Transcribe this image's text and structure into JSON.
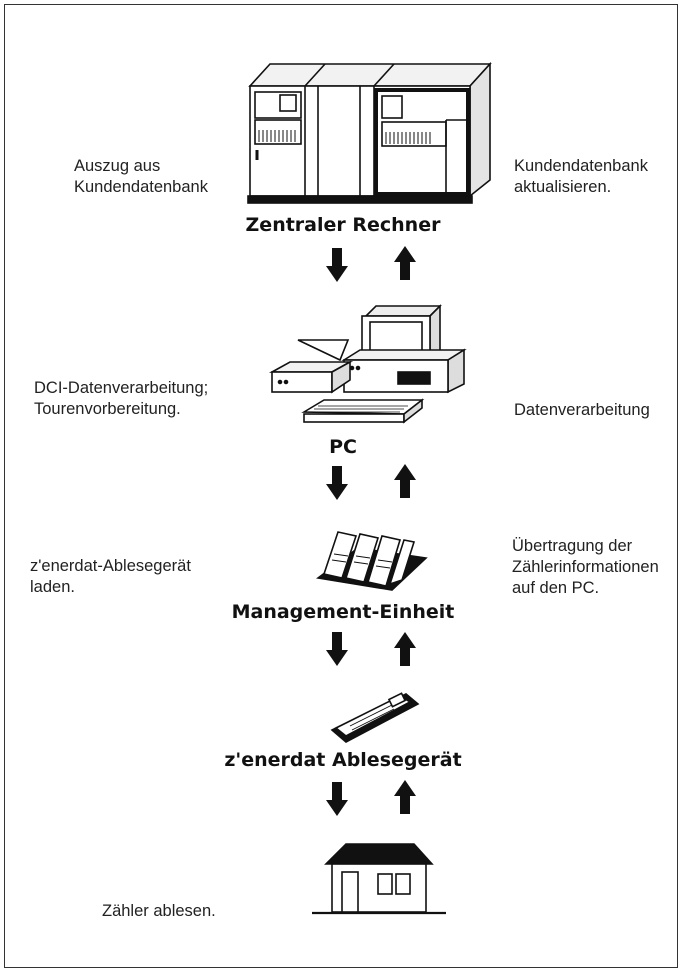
{
  "nodes": [
    {
      "id": "central",
      "caption": "Zentraler Rechner",
      "icon": "mainframe-icon"
    },
    {
      "id": "pc",
      "caption": "PC",
      "icon": "pc-icon"
    },
    {
      "id": "mgmt",
      "caption": "Management-Einheit",
      "icon": "docking-station-icon"
    },
    {
      "id": "reader",
      "caption": "z'enerdat Ablesegerät",
      "icon": "handheld-reader-icon"
    },
    {
      "id": "house",
      "caption": "",
      "icon": "house-icon"
    }
  ],
  "left_notes": {
    "central": [
      "Auszug aus",
      "Kundendatenbank"
    ],
    "pc": [
      "DCI-Datenverarbeitung;",
      "Tourenvorbereitung."
    ],
    "mgmt": [
      "z'enerdat-Ablesegerät",
      "laden."
    ],
    "house": [
      "Zähler ablesen."
    ]
  },
  "right_notes": {
    "central": [
      "Kundendatenbank",
      "aktualisieren."
    ],
    "pc": [
      "Datenverarbeitung"
    ],
    "mgmt": [
      "Übertragung der",
      "Zählerinformationen",
      "auf den PC."
    ]
  },
  "arrows": [
    "down",
    "up"
  ]
}
